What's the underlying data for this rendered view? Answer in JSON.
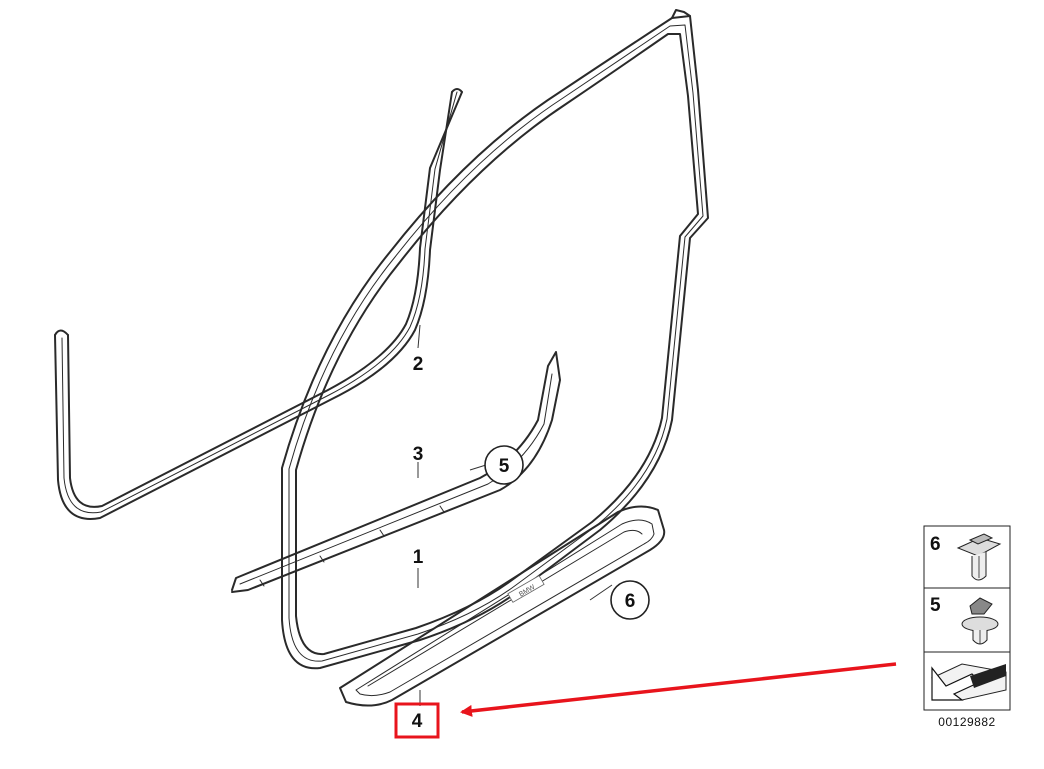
{
  "callouts": {
    "part_1": "1",
    "part_2": "2",
    "part_3": "3",
    "part_4": "4",
    "part_5": "5",
    "part_6": "6"
  },
  "legend": {
    "item_6": "6",
    "item_5": "5"
  },
  "document_number": "00129882",
  "sill_badge_text": "BMW",
  "colors": {
    "highlight": "#e8141c",
    "line_art": "#2a2a2a",
    "background": "#ffffff"
  },
  "icons": [
    "trim-clip-icon",
    "expanding-rivet-icon",
    "installation-arrow-icon"
  ]
}
